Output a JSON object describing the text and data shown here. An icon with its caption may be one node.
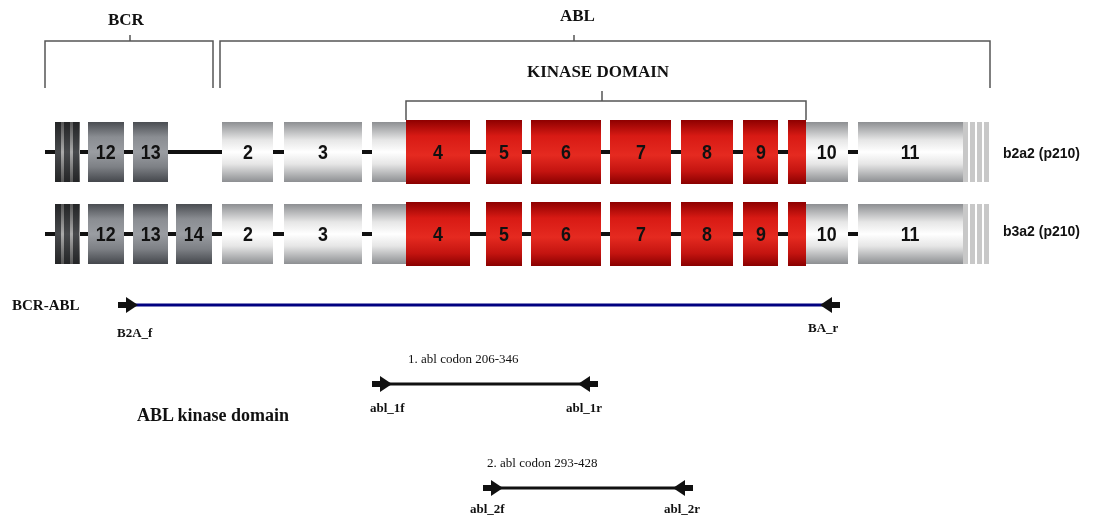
{
  "diagram": {
    "nodes": [
      {
        "text": [],
        "shape": "box"
      },
      {
        "text": [
          "12"
        ]
      },
      {
        "text": [
          "13"
        ]
      },
      {
        "text": [
          "2"
        ]
      },
      {
        "text": [
          "3"
        ]
      },
      {
        "text": [],
        "shape": "box"
      },
      {
        "text": [
          "4"
        ]
      },
      {
        "text": [
          "5"
        ]
      },
      {
        "text": [
          "6"
        ]
      },
      {
        "text": [
          "7"
        ]
      },
      {
        "text": [
          "8"
        ]
      },
      {
        "text": [
          "9"
        ]
      },
      {
        "text": [],
        "shape": "box"
      },
      {
        "text": [
          "10"
        ]
      },
      {
        "text": [
          "11"
        ]
      },
      {
        "text": [],
        "shape": "box"
      },
      {
        "text": [],
        "shape": "box"
      },
      {
        "text": [
          "12"
        ]
      },
      {
        "text": [
          "13"
        ]
      },
      {
        "text": [
          "14"
        ]
      },
      {
        "text": [
          "2"
        ]
      },
      {
        "text": [
          "3"
        ]
      },
      {
        "text": [],
        "shape": "box"
      },
      {
        "text": [
          "4"
        ]
      },
      {
        "text": [
          "5"
        ]
      },
      {
        "text": [
          "6"
        ]
      },
      {
        "text": [
          "7"
        ]
      },
      {
        "text": [
          "8"
        ]
      },
      {
        "text": [
          "9"
        ]
      },
      {
        "text": [],
        "shape": "box"
      },
      {
        "text": [
          "10"
        ]
      },
      {
        "text": [
          "11"
        ]
      },
      {
        "text": [],
        "shape": "box"
      }
    ],
    "edges": [
      {
        "from": null,
        "to": 0,
        "arrow": "none"
      },
      {
        "from": 0,
        "to": 1,
        "arrow": "none"
      },
      {
        "from": 1,
        "to": 2,
        "arrow": "none"
      },
      {
        "from": 2,
        "to": 3,
        "arrow": "none"
      },
      {
        "from": 3,
        "to": 4,
        "arrow": "none"
      },
      {
        "from": 4,
        "to": 5,
        "arrow": "none"
      },
      {
        "from": 6,
        "to": 7,
        "arrow": "none"
      },
      {
        "from": 7,
        "to": 8,
        "arrow": "none"
      },
      {
        "from": 8,
        "to": 9,
        "arrow": "none"
      },
      {
        "from": 9,
        "to": 10,
        "arrow": "none"
      },
      {
        "from": 10,
        "to": 11,
        "arrow": "none"
      },
      {
        "from": 11,
        "to": 12,
        "arrow": "none"
      },
      {
        "from": 13,
        "to": 14,
        "arrow": "none"
      },
      {
        "from": null,
        "to": 16,
        "arrow": "none"
      },
      {
        "from": 16,
        "to": 17,
        "arrow": "none"
      },
      {
        "from": 17,
        "to": 18,
        "arrow": "none"
      },
      {
        "from": 18,
        "to": 19,
        "arrow": "none"
      },
      {
        "from": 19,
        "to": 20,
        "arrow": "none"
      },
      {
        "from": 20,
        "to": 21,
        "arrow": "none"
      },
      {
        "from": 21,
        "to": 22,
        "arrow": "none"
      },
      {
        "from": 23,
        "to": 24,
        "arrow": "none"
      },
      {
        "from": 24,
        "to": 25,
        "arrow": "none"
      },
      {
        "from": 25,
        "to": 26,
        "arrow": "none"
      },
      {
        "from": 26,
        "to": 27,
        "arrow": "none"
      },
      {
        "from": 27,
        "to": 28,
        "arrow": "none"
      },
      {
        "from": 28,
        "to": 29,
        "arrow": "none"
      },
      {
        "from": 30,
        "to": 31,
        "arrow": "none"
      }
    ],
    "labels": [
      "BCR",
      "ABL",
      "KINASE DOMAIN",
      "b2a2 (p210)",
      "b3a2 (p210)",
      "BCR-ABL",
      "B2A_f",
      "BA_r",
      "1. abl codon 206-346",
      "abl_1f",
      "abl_1r",
      "ABL kinase domain",
      "2. abl codon 293-428",
      "abl_2f",
      "abl_2r"
    ]
  }
}
